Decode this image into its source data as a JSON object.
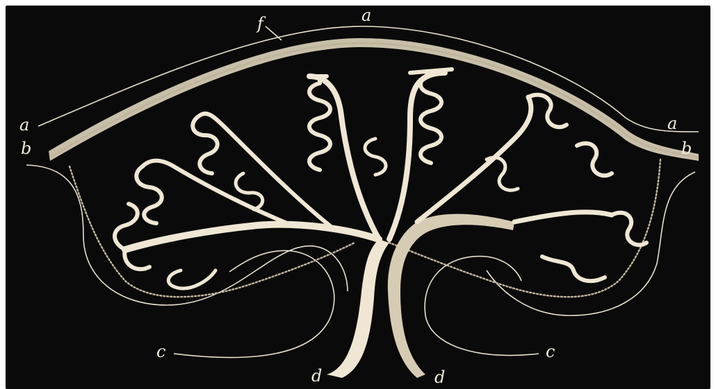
{
  "figure": {
    "labels": {
      "a_top": "a",
      "a_left": "a",
      "a_right": "a",
      "b_left": "b",
      "b_right": "b",
      "c_left": "c",
      "c_right": "c",
      "d_left": "d",
      "d_right": "d",
      "f": "f"
    },
    "colors": {
      "background": "#0a0a0a",
      "vessel": "#efe7d3",
      "texture": "#bfb49c",
      "border": "#ffffff"
    }
  }
}
